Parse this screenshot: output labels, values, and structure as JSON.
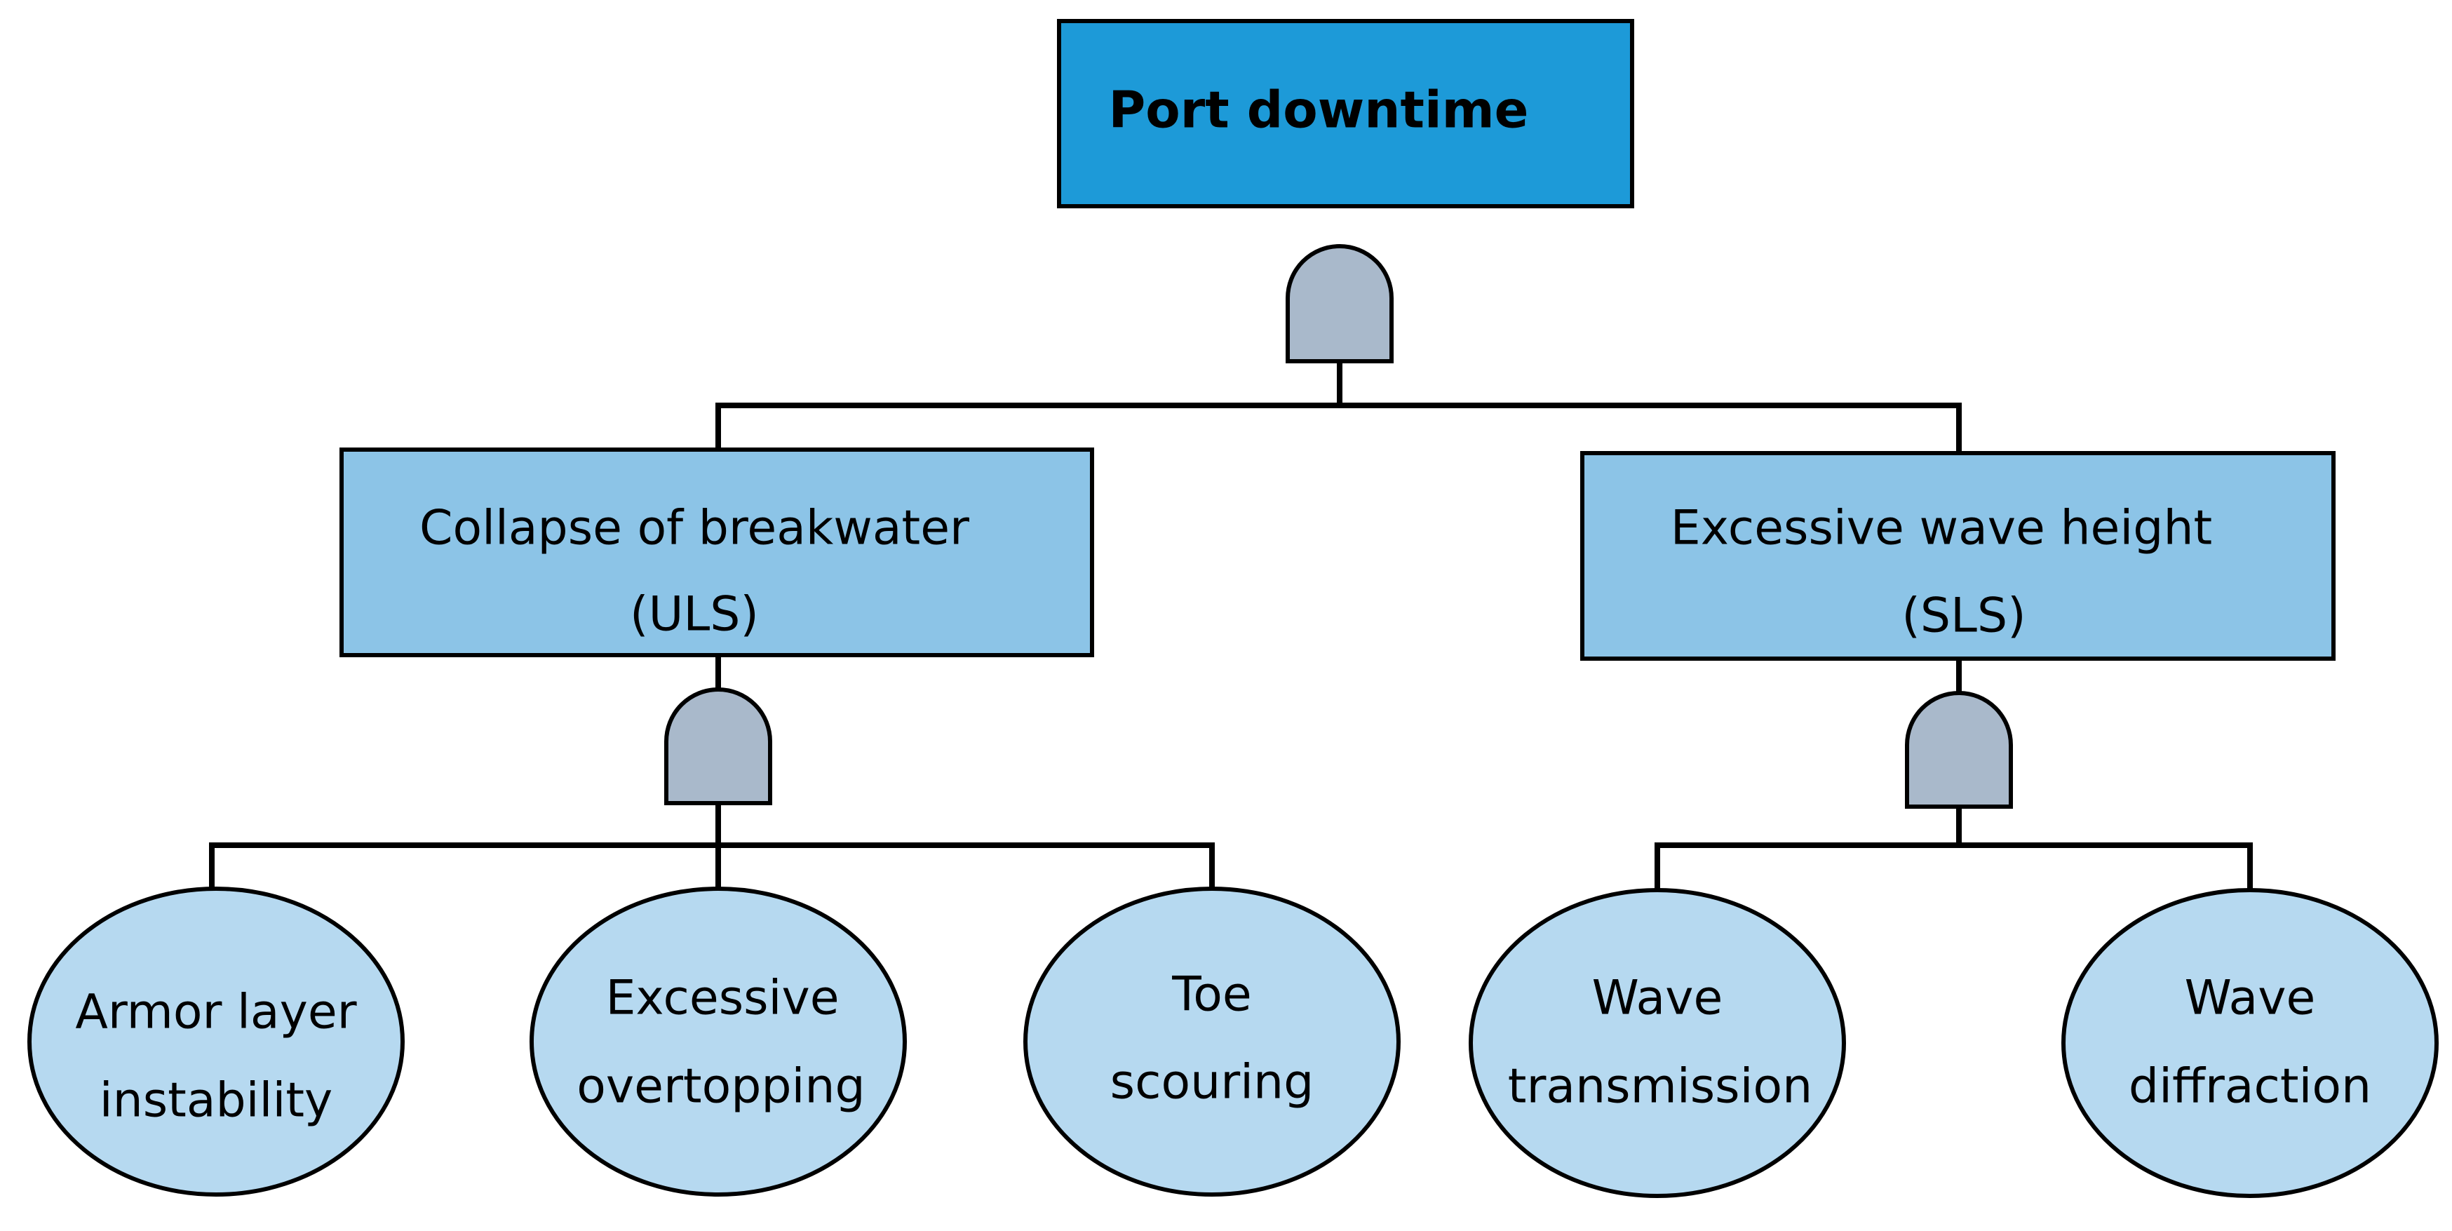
{
  "colors": {
    "top_box": "#1d9ad8",
    "mid_box": "#8cc4e7",
    "leaf": "#b6d9f0",
    "gate": "#a9b9cb",
    "stroke": "#000000"
  },
  "top": {
    "label": "Port downtime",
    "gate": "AND"
  },
  "mid": [
    {
      "label_line1": "Collapse of breakwater",
      "label_line2": "(ULS)",
      "gate": "AND"
    },
    {
      "label_line1": "Excessive wave height",
      "label_line2": "(SLS)",
      "gate": "AND"
    }
  ],
  "leaves": [
    {
      "line1": "Armor layer",
      "line2": "instability"
    },
    {
      "line1": "Excessive",
      "line2": "overtopping"
    },
    {
      "line1": "Toe",
      "line2": "scouring"
    },
    {
      "line1": "Wave",
      "line2": "transmission"
    },
    {
      "line1": "Wave",
      "line2": "diffraction"
    }
  ]
}
